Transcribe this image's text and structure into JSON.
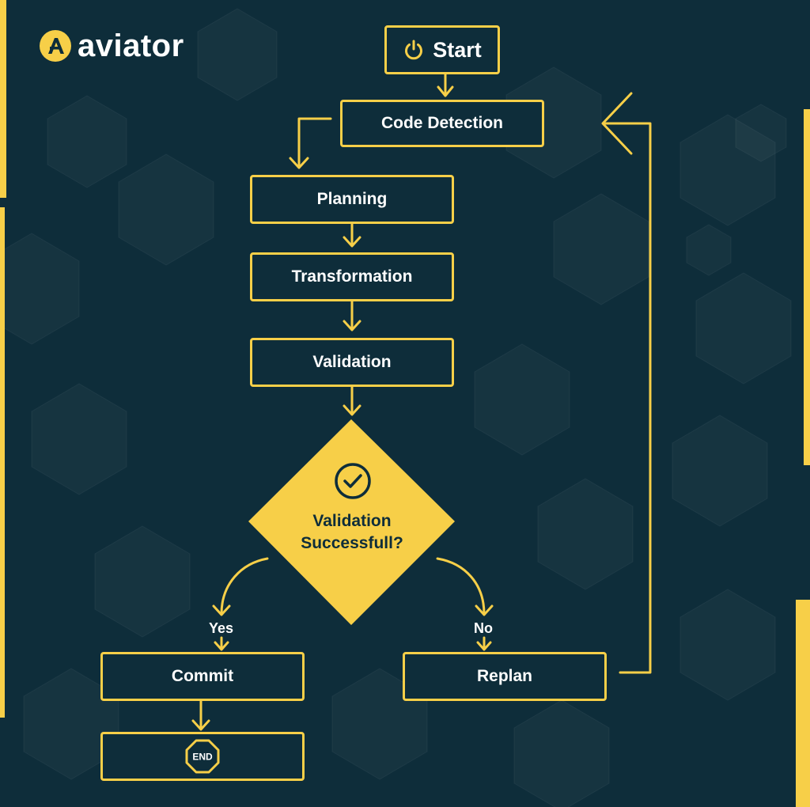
{
  "brand": {
    "name": "aviator"
  },
  "colors": {
    "background": "#0e2d3a",
    "accent": "#f7cf48",
    "text": "#ffffff"
  },
  "flow": {
    "start": "Start",
    "code_detection": "Code Detection",
    "planning": "Planning",
    "transformation": "Transformation",
    "validation": "Validation",
    "decision": {
      "line1": "Validation",
      "line2": "Successfull?"
    },
    "yes": "Yes",
    "no": "No",
    "commit": "Commit",
    "replan": "Replan",
    "end": "END"
  }
}
